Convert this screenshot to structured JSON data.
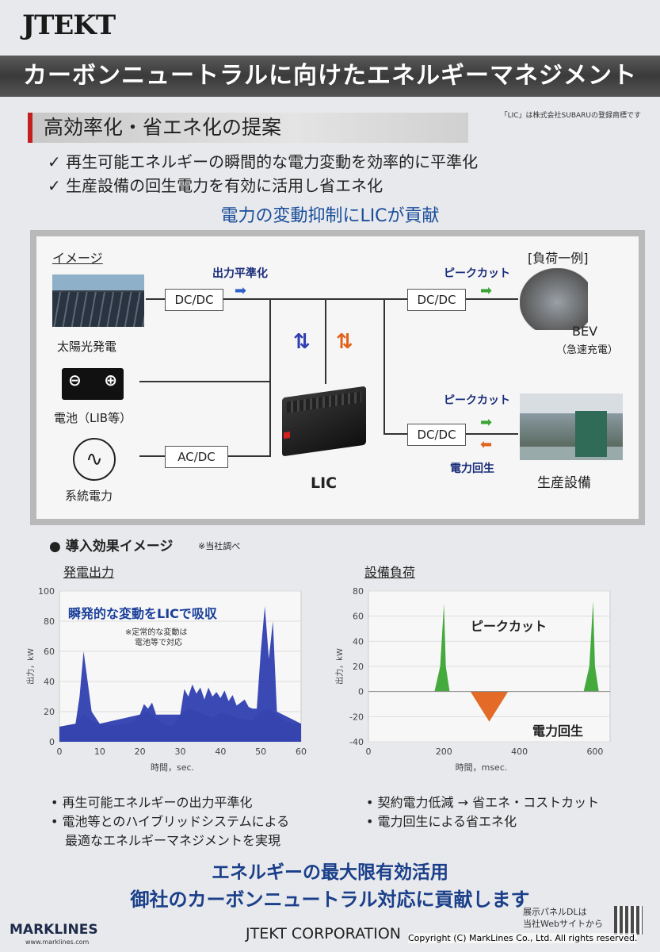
{
  "header": {
    "logo": "JTEKT",
    "title": "カーボンニュートラルに向けたエネルギーマネジメント",
    "trademark": "「LIC」は株式会社SUBARUの登録商標です"
  },
  "section": {
    "heading": "高効率化・省エネ化の提案",
    "checks": [
      "✓ 再生可能エネルギーの瞬間的な電力変動を効率的に平準化",
      "✓ 生産設備の回生電力を有効に活用し省エネ化"
    ],
    "contribution": "電力の変動抑制にLICが貢献"
  },
  "diagram": {
    "image_label": "イメージ",
    "load_example": "[負荷一例]",
    "output_smoothing": "出力平準化",
    "peak_cut_1": "ピークカット",
    "peak_cut_2": "ピークカット",
    "regen": "電力回生",
    "dcdc_1": "DC/DC",
    "dcdc_2": "DC/DC",
    "dcdc_3": "DC/DC",
    "acdc": "AC/DC",
    "solar": "太陽光発電",
    "battery": "電池（LIB等）",
    "grid": "系統電力",
    "lic": "LIC",
    "bev": "BEV",
    "bev_sub": "（急速充電）",
    "production": "生産設備"
  },
  "effect": {
    "heading": "● 導入効果イメージ",
    "note": "※当社調べ",
    "left_title": "発電出力",
    "right_title": "設備負荷",
    "left_annot": "瞬発的な変動をLICで吸収",
    "left_note_1": "※定常的な変動は",
    "left_note_2": "電池等で対応",
    "right_annot_peak": "ピークカット",
    "right_annot_regen": "電力回生",
    "left_bullets": [
      "• 再生可能エネルギーの出力平準化",
      "• 電池等とのハイブリッドシステムによる",
      "最適なエネルギーマネジメントを実現"
    ],
    "right_bullets": [
      "• 契約電力低減 → 省エネ・コストカット",
      "• 電力回生による省エネ化"
    ]
  },
  "chart_data": [
    {
      "type": "area",
      "xlabel": "時間，sec.",
      "ylabel": "出力，kW",
      "xlim": [
        0,
        60
      ],
      "ylim": [
        0,
        100
      ],
      "xticks": [
        0,
        10,
        20,
        30,
        40,
        50,
        60
      ],
      "yticks": [
        0,
        20,
        40,
        60,
        80,
        100
      ],
      "series": [
        {
          "color": "#909090",
          "x": [
            0,
            4,
            6,
            8,
            10,
            14,
            18,
            20,
            22,
            24,
            26,
            28,
            30,
            32,
            34,
            36,
            38,
            40,
            42,
            44,
            46,
            48,
            50,
            52,
            54,
            56,
            58,
            60
          ],
          "values": [
            10,
            12,
            18,
            14,
            12,
            11,
            13,
            18,
            20,
            15,
            12,
            10,
            18,
            22,
            20,
            18,
            16,
            19,
            18,
            16,
            15,
            14,
            20,
            22,
            18,
            14,
            12,
            12
          ]
        },
        {
          "color": "#2f3fb0",
          "x": [
            0,
            4,
            5,
            6,
            7,
            8,
            10,
            20,
            21,
            22,
            23,
            24,
            30,
            31,
            32,
            33,
            34,
            35,
            36,
            37,
            38,
            39,
            40,
            41,
            42,
            43,
            44,
            45,
            46,
            47,
            48,
            49,
            50,
            51,
            52,
            53,
            54,
            60
          ],
          "values": [
            10,
            12,
            30,
            60,
            40,
            20,
            12,
            18,
            25,
            22,
            26,
            18,
            18,
            35,
            30,
            38,
            32,
            36,
            28,
            36,
            30,
            33,
            29,
            34,
            27,
            31,
            24,
            26,
            28,
            23,
            22,
            22,
            60,
            90,
            55,
            80,
            20,
            12
          ]
        }
      ]
    },
    {
      "type": "area",
      "xlabel": "時間，msec.",
      "ylabel": "出力，kW",
      "xlim": [
        0,
        640
      ],
      "ylim": [
        -40,
        80
      ],
      "xticks": [
        0,
        200,
        400,
        600
      ],
      "yticks": [
        -40,
        -20,
        0,
        20,
        40,
        60,
        80
      ],
      "series": [
        {
          "color": "#3aa534",
          "x": [
            175,
            190,
            200,
            205,
            215,
            570,
            585,
            595,
            600,
            610
          ],
          "values": [
            0,
            20,
            70,
            20,
            0,
            0,
            20,
            72,
            20,
            0
          ]
        },
        {
          "color": "#e2621b",
          "x": [
            270,
            320,
            370
          ],
          "values": [
            0,
            -24,
            0
          ]
        }
      ]
    }
  ],
  "footer": {
    "lead_1": "エネルギーの最大限有効活用",
    "lead_2": "御社のカーボンニュートラル対応に貢献します",
    "corp": "JTEKT CORPORATION",
    "dl_1": "展示パネルDLは",
    "dl_2": "当社Webサイトから",
    "marklines": "MARKLINES",
    "marklines_url": "www.marklines.com",
    "copyright": "Copyright (C) MarkLines Co., Ltd. All rights reserved."
  }
}
